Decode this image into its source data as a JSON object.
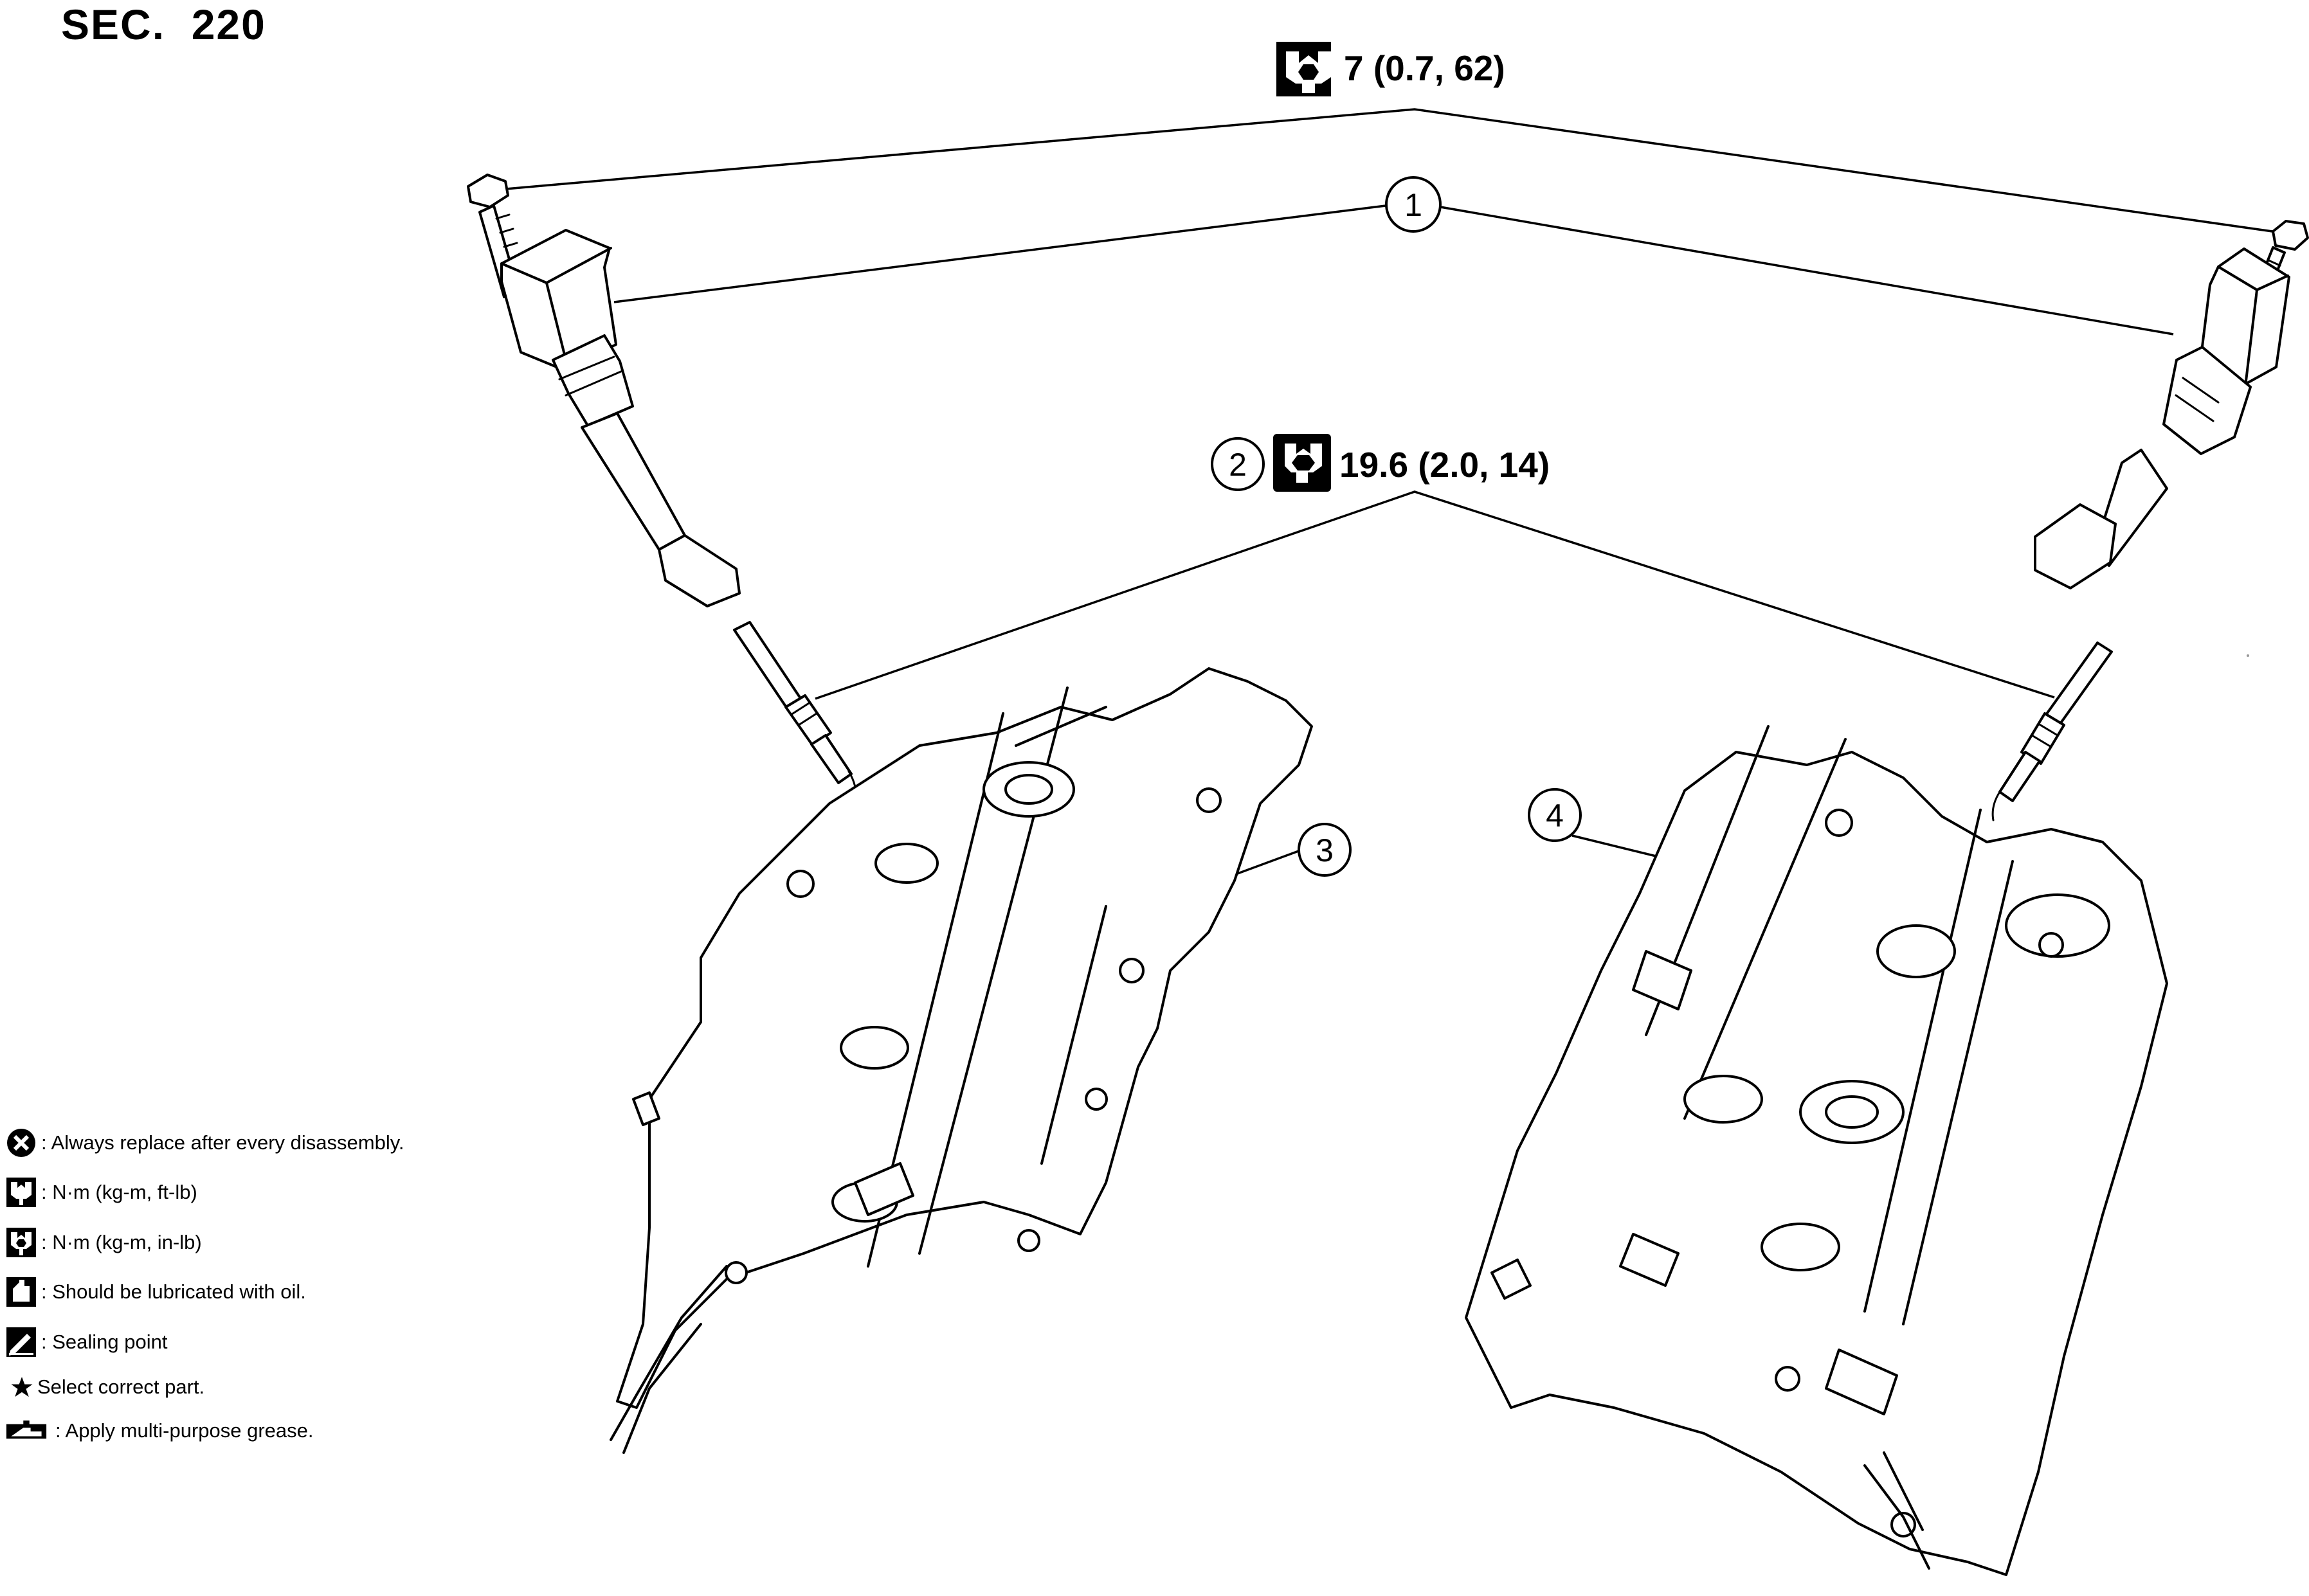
{
  "section_label": "SEC.  220",
  "callouts": [
    {
      "id": "1",
      "label": "1"
    },
    {
      "id": "2",
      "label": "2"
    },
    {
      "id": "3",
      "label": "3"
    },
    {
      "id": "4",
      "label": "4"
    }
  ],
  "torques": {
    "coil_bolt": "7 (0.7, 62)",
    "spark_plug": "19.6 (2.0, 14)"
  },
  "legend": [
    {
      "icon": "always-replace-icon",
      "text": ": Always replace after every disassembly."
    },
    {
      "icon": "torque-nm-ftlb-icon",
      "text": ": N·m (kg-m, ft-lb)"
    },
    {
      "icon": "torque-nm-inlb-icon",
      "text": ": N·m (kg-m, in-lb)"
    },
    {
      "icon": "oil-can-icon",
      "text": ": Should be lubricated with oil."
    },
    {
      "icon": "sealing-point-icon",
      "text": ": Sealing point"
    },
    {
      "icon": "star-icon",
      "text": "Select correct part."
    },
    {
      "icon": "grease-icon",
      "text": ": Apply multi-purpose grease."
    }
  ]
}
